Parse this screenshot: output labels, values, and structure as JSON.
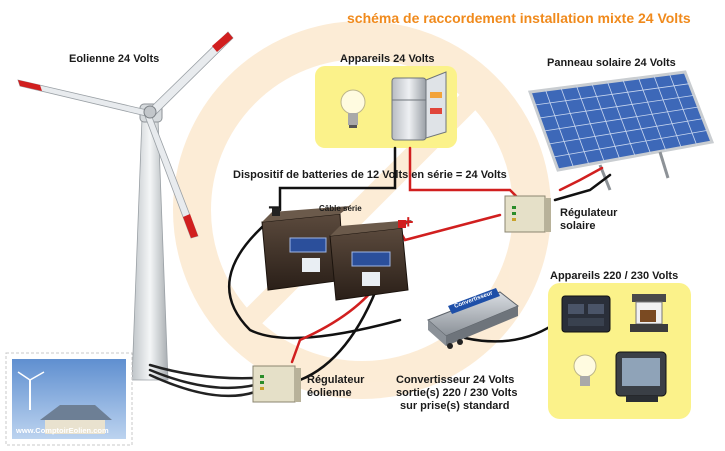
{
  "title": "schéma de raccordement installation mixte 24 Volts",
  "labels": {
    "wind_turbine": "Eolienne 24 Volts",
    "appliances_24v": "Appareils 24 Volts",
    "solar_panel": "Panneau solaire 24 Volts",
    "battery_setup": "Dispositif de batteries de 12 Volts en série = 24 Volts",
    "series_cable": "Câble série",
    "minus_sign": "−",
    "plus_sign": "+",
    "solar_regulator_line1": "Régulateur",
    "solar_regulator_line2": "solaire",
    "appliances_220v": "Appareils 220 / 230 Volts",
    "converter_device": "Convertisseur",
    "converter_line1": "Convertisseur 24 Volts",
    "converter_line2": "sortie(s) 220 / 230 Volts",
    "converter_line3": "sur prise(s) standard",
    "wind_regulator_line1": "Régulateur",
    "wind_regulator_line2": "éolienne",
    "stamp_site": "www.ComptoirEolien.com"
  },
  "colors": {
    "title": "#f08a1c",
    "appliance_box": "#fbf28a",
    "wire_red": "#d11f1f",
    "wire_black": "#111111",
    "panel_blue": "#3d68b8",
    "watermark": "#f7c98c"
  }
}
